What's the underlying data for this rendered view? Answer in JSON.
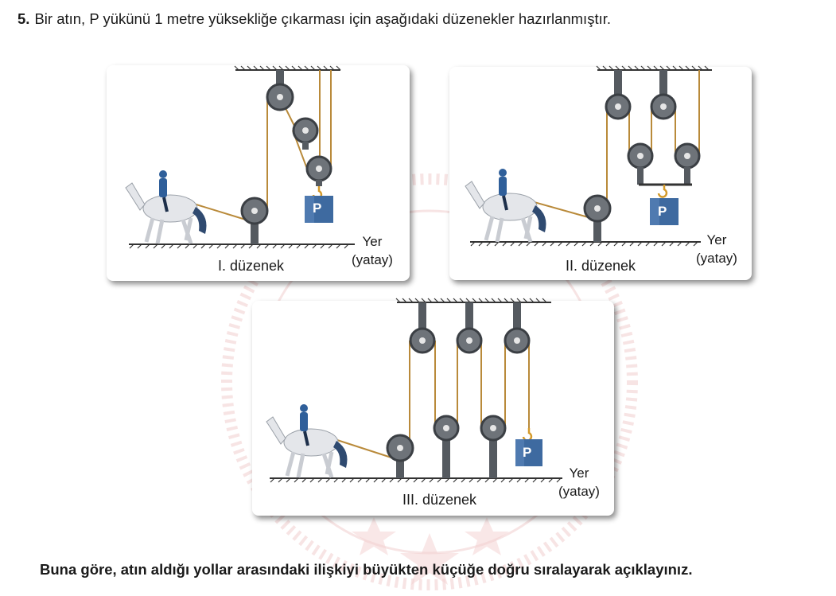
{
  "question": {
    "number": "5.",
    "text": "Bir atın, P yükünü 1 metre yüksekliğe çıkarması için aşağıdaki düzenekler hazırlanmıştır."
  },
  "panels": [
    {
      "id": "I",
      "label": "I. düzenek",
      "ground_label_line1": "Yer",
      "ground_label_line2": "(yatay)",
      "load_label": "P"
    },
    {
      "id": "II",
      "label": "II. düzenek",
      "ground_label_line1": "Yer",
      "ground_label_line2": "(yatay)",
      "load_label": "P"
    },
    {
      "id": "III",
      "label": "III. düzenek",
      "ground_label_line1": "Yer",
      "ground_label_line2": "(yatay)",
      "load_label": "P"
    }
  ],
  "instruction": "Buna göre, atın aldığı yollar arasındaki ilişkiyi büyükten küçüğe doğru sıralayarak açıklayınız.",
  "colors": {
    "rope": "#b98a3a",
    "pulley": "#555a60",
    "load": "#3e6aa0",
    "hook": "#d49a2a",
    "horse": "#e4e6ea",
    "rider": "#2f5f9a",
    "watermark": "#e9b7b7"
  }
}
